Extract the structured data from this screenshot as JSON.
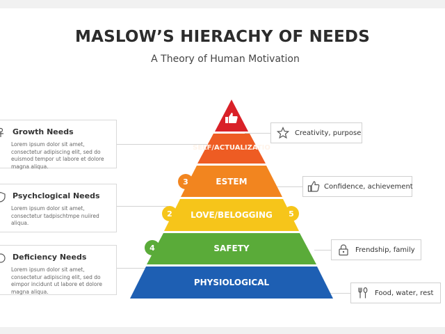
{
  "header": {
    "title": "MASLOW’S HIERACHY OF NEEDS",
    "subtitle": "A Theory of Human Motivation"
  },
  "left_cards": [
    {
      "title": "Growth Needs",
      "body": "Lorem ipsum dolor sit amet, consectetur adipiscing elit, sed do euismod tempor ut labore et dolore magna aliqua.",
      "icon": "person-icon"
    },
    {
      "title": "Psychclogical Needs",
      "body": "Lorem ipsum dolor sit amet, consectetur tadpischtmpe nuiired aliqua.",
      "icon": "shield-icon"
    },
    {
      "title": "Deficiency Needs",
      "body": "Lorem ipsum dolor sit amet, consectetur adipiscing elit, sed do eimpor incidunt ut labore et dolore magna aliqua.",
      "icon": "circle-icon"
    }
  ],
  "pyramid": {
    "tiers": [
      {
        "label": "",
        "color": "#d92128",
        "icon": "thumbs-up-icon"
      },
      {
        "label": "SELF/ACTUALIZATIO",
        "color": "#ee5c23"
      },
      {
        "label": "ESTEM",
        "color": "#f2851f"
      },
      {
        "label": "LOVE/BELOGGING",
        "color": "#f6c51a"
      },
      {
        "label": "SAFETY",
        "color": "#5aab39"
      },
      {
        "label": "PHYSIOLOGICAL",
        "color": "#1e5fb3"
      }
    ],
    "badges": [
      {
        "number": "3",
        "color": "#f2851f"
      },
      {
        "number": "2",
        "color": "#f6c51a"
      },
      {
        "number": "5",
        "color": "#f6c51a"
      },
      {
        "number": "4",
        "color": "#5aab39"
      }
    ]
  },
  "right_cards": [
    {
      "label": "Creativity, purpose",
      "icon": "star-icon"
    },
    {
      "label": "Confidence, achievement",
      "icon": "thumbs-up-icon"
    },
    {
      "label": "Frendship, family",
      "icon": "lock-icon"
    },
    {
      "label": "Food, water, rest",
      "icon": "fork-spoon-icon"
    }
  ]
}
